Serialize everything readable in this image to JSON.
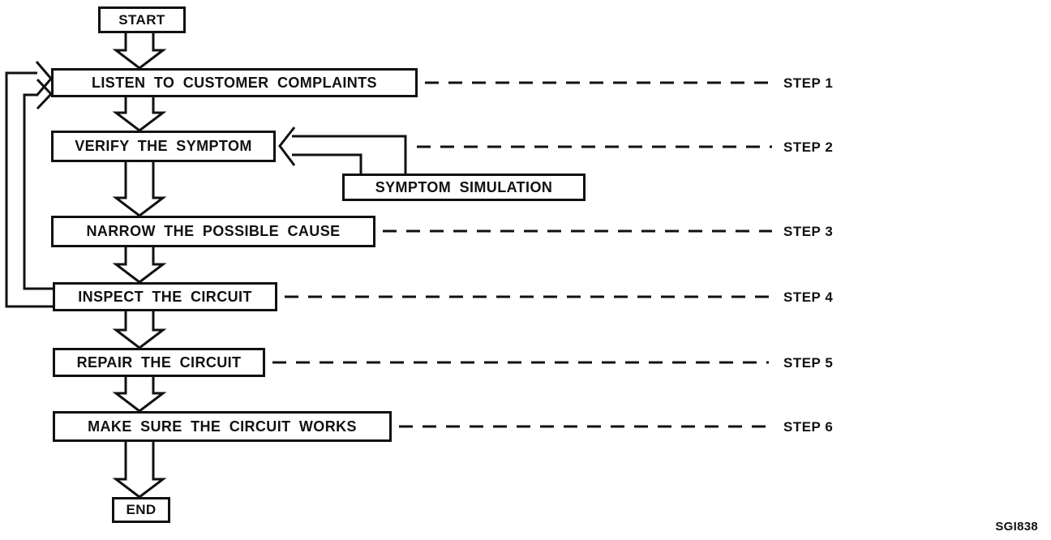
{
  "flowchart": {
    "nodes": {
      "start": {
        "label": "START"
      },
      "listen": {
        "label": "LISTEN TO CUSTOMER COMPLAINTS"
      },
      "verify": {
        "label": "VERIFY THE SYMPTOM"
      },
      "symptom_simulation": {
        "label": "SYMPTOM SIMULATION"
      },
      "narrow": {
        "label": "NARROW THE POSSIBLE CAUSE"
      },
      "inspect": {
        "label": "INSPECT THE CIRCUIT"
      },
      "repair": {
        "label": "REPAIR THE CIRCUIT"
      },
      "make_sure": {
        "label": "MAKE SURE THE CIRCUIT WORKS"
      },
      "end": {
        "label": "END"
      }
    },
    "step_labels": [
      {
        "label": "STEP 1"
      },
      {
        "label": "STEP 2"
      },
      {
        "label": "STEP 3"
      },
      {
        "label": "STEP 4"
      },
      {
        "label": "STEP 5"
      },
      {
        "label": "STEP 6"
      }
    ],
    "figure_code": "SGI838",
    "colors": {
      "ink": "#111111",
      "background": "#ffffff"
    }
  }
}
